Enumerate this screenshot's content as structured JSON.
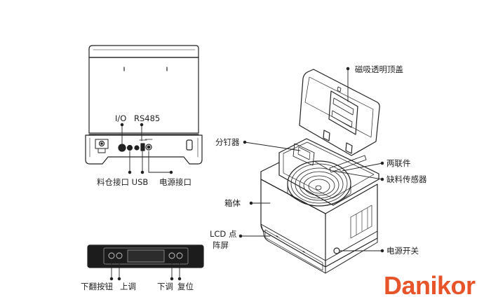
{
  "labels": {
    "io": "I/O",
    "rs485": "RS485",
    "feed_port_usb": "料仓接口 USB",
    "power_port": "电源接口",
    "magnetic_lid": "磁吸透明顶盖",
    "screw_splitter": "分钉器",
    "coupling": "两联件",
    "material_sensor": "缺料传感器",
    "cabinet": "箱体",
    "lcd_line1": "LCD 点",
    "lcd_line2": "阵屏",
    "power_switch": "电源开关",
    "page_down_button": "下翻按钮",
    "up_button": "上调",
    "down_adjust": "下调",
    "reset": "复位"
  },
  "brand": {
    "name": "Danikor",
    "color": "#e8542a"
  }
}
